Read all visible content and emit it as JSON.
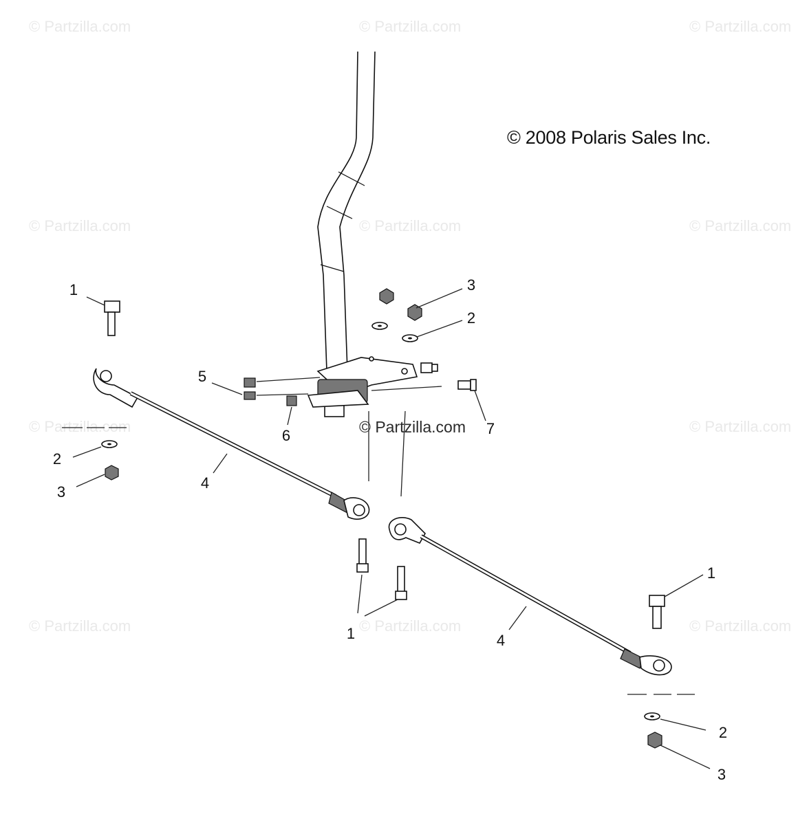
{
  "watermarks": {
    "r1c1": "© Partzilla.com",
    "r1c2": "© Partzilla.com",
    "r1c3": "© Partzilla.com",
    "r2c1": "© Partzilla.com",
    "r2c2": "© Partzilla.com",
    "r2c3": "© Partzilla.com",
    "r3c1": "© Partzilla.com",
    "r3c2": "© Partzilla.com",
    "r3c3": "© Partzilla.com",
    "r4c1": "© Partzilla.com",
    "r4c2": "© Partzilla.com",
    "r4c3": "© Partzilla.com"
  },
  "copyright": "© 2008 Polaris Sales Inc.",
  "callouts": {
    "bolt_top_left": "1",
    "washer_left": "2",
    "nut_left": "3",
    "tie_rod_left": "4",
    "nut_top_right": "3",
    "washer_top_right": "2",
    "nut_5": "5",
    "nut_6": "6",
    "bolt_7": "7",
    "bolts_center": "1",
    "tie_rod_right": "4",
    "bolt_right": "1",
    "washer_bottom_right": "2",
    "nut_bottom_right": "3"
  }
}
